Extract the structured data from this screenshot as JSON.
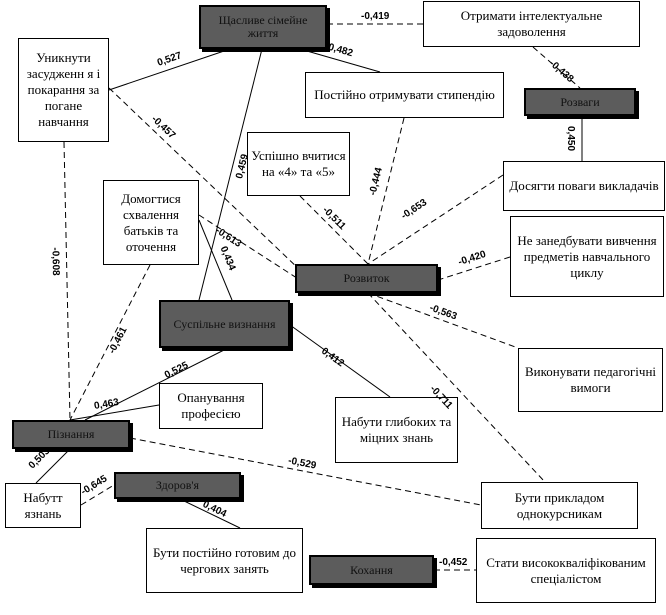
{
  "diagram": {
    "central_nodes": {
      "family": "Щасливе сімейне життя",
      "wealth": "Розваги",
      "development": "Розвиток",
      "social": "Суспільне визнання",
      "cognition": "Пізнання",
      "health": "Здоров'я",
      "love": "Кохання"
    },
    "nodes": {
      "avoid_blame": "Уникнути засудженн я і покарання за погане навчання",
      "intellectual": "Отримати інтелектуальне задоволення",
      "scholarship": "Постійно отримувати стипендію",
      "study_well": "Успішно вчитися на «4» та «5»",
      "respect": "Досягти поваги викладачів",
      "approval": "Домогтися схвалення батьків та оточення",
      "no_neglect": "Не занедбувати вивчення предметів навчального циклу",
      "pedagogic": "Виконувати педагогічні вимоги",
      "deep_knowledge": "Набути глибоких та міцних знань",
      "mastery": "Опанування професією",
      "example": "Бути прикладом однокурсникам",
      "gain_knowledge": "Набутт язнань",
      "ready": "Бути постійно готовим до чергових занять",
      "qualified": "Стати висококваліфікованим спеціалістом"
    },
    "edges": [
      {
        "from": "family",
        "to": "intellectual",
        "value": "-0,419"
      },
      {
        "from": "family",
        "to": "avoid_blame",
        "value": "0,527"
      },
      {
        "from": "family",
        "to": "scholarship",
        "value": "0,482"
      },
      {
        "from": "family",
        "to": "social",
        "value": "0,459"
      },
      {
        "from": "intellectual",
        "to": "wealth",
        "value": "-0,438"
      },
      {
        "from": "wealth",
        "to": "respect",
        "value": "0,450"
      },
      {
        "from": "avoid_blame",
        "to": "development",
        "value": "-0,457"
      },
      {
        "from": "avoid_blame",
        "to": "cognition",
        "value": "-0,608"
      },
      {
        "from": "scholarship",
        "to": "development",
        "value": "-0,444"
      },
      {
        "from": "study_well",
        "to": "development",
        "value": "-0,511"
      },
      {
        "from": "respect",
        "to": "development",
        "value": "-0,653"
      },
      {
        "from": "approval",
        "to": "development",
        "value": "-0,613"
      },
      {
        "from": "approval",
        "to": "social",
        "value": "0,434"
      },
      {
        "from": "approval",
        "to": "cognition",
        "value": "-0,461"
      },
      {
        "from": "no_neglect",
        "to": "development",
        "value": "-0,420"
      },
      {
        "from": "development",
        "to": "pedagogic",
        "value": "-0,563"
      },
      {
        "from": "development",
        "to": "example",
        "value": "-0,711"
      },
      {
        "from": "social",
        "to": "deep_knowledge",
        "value": "0,412"
      },
      {
        "from": "social",
        "to": "cognition",
        "value": "0,525"
      },
      {
        "from": "mastery",
        "to": "cognition",
        "value": "0,463"
      },
      {
        "from": "cognition",
        "to": "example",
        "value": "-0,529"
      },
      {
        "from": "cognition",
        "to": "gain_knowledge",
        "value": "0,503"
      },
      {
        "from": "gain_knowledge",
        "to": "health",
        "value": "-0,645"
      },
      {
        "from": "health",
        "to": "ready",
        "value": "0,404"
      },
      {
        "from": "love",
        "to": "qualified",
        "value": "-0,452"
      }
    ]
  }
}
